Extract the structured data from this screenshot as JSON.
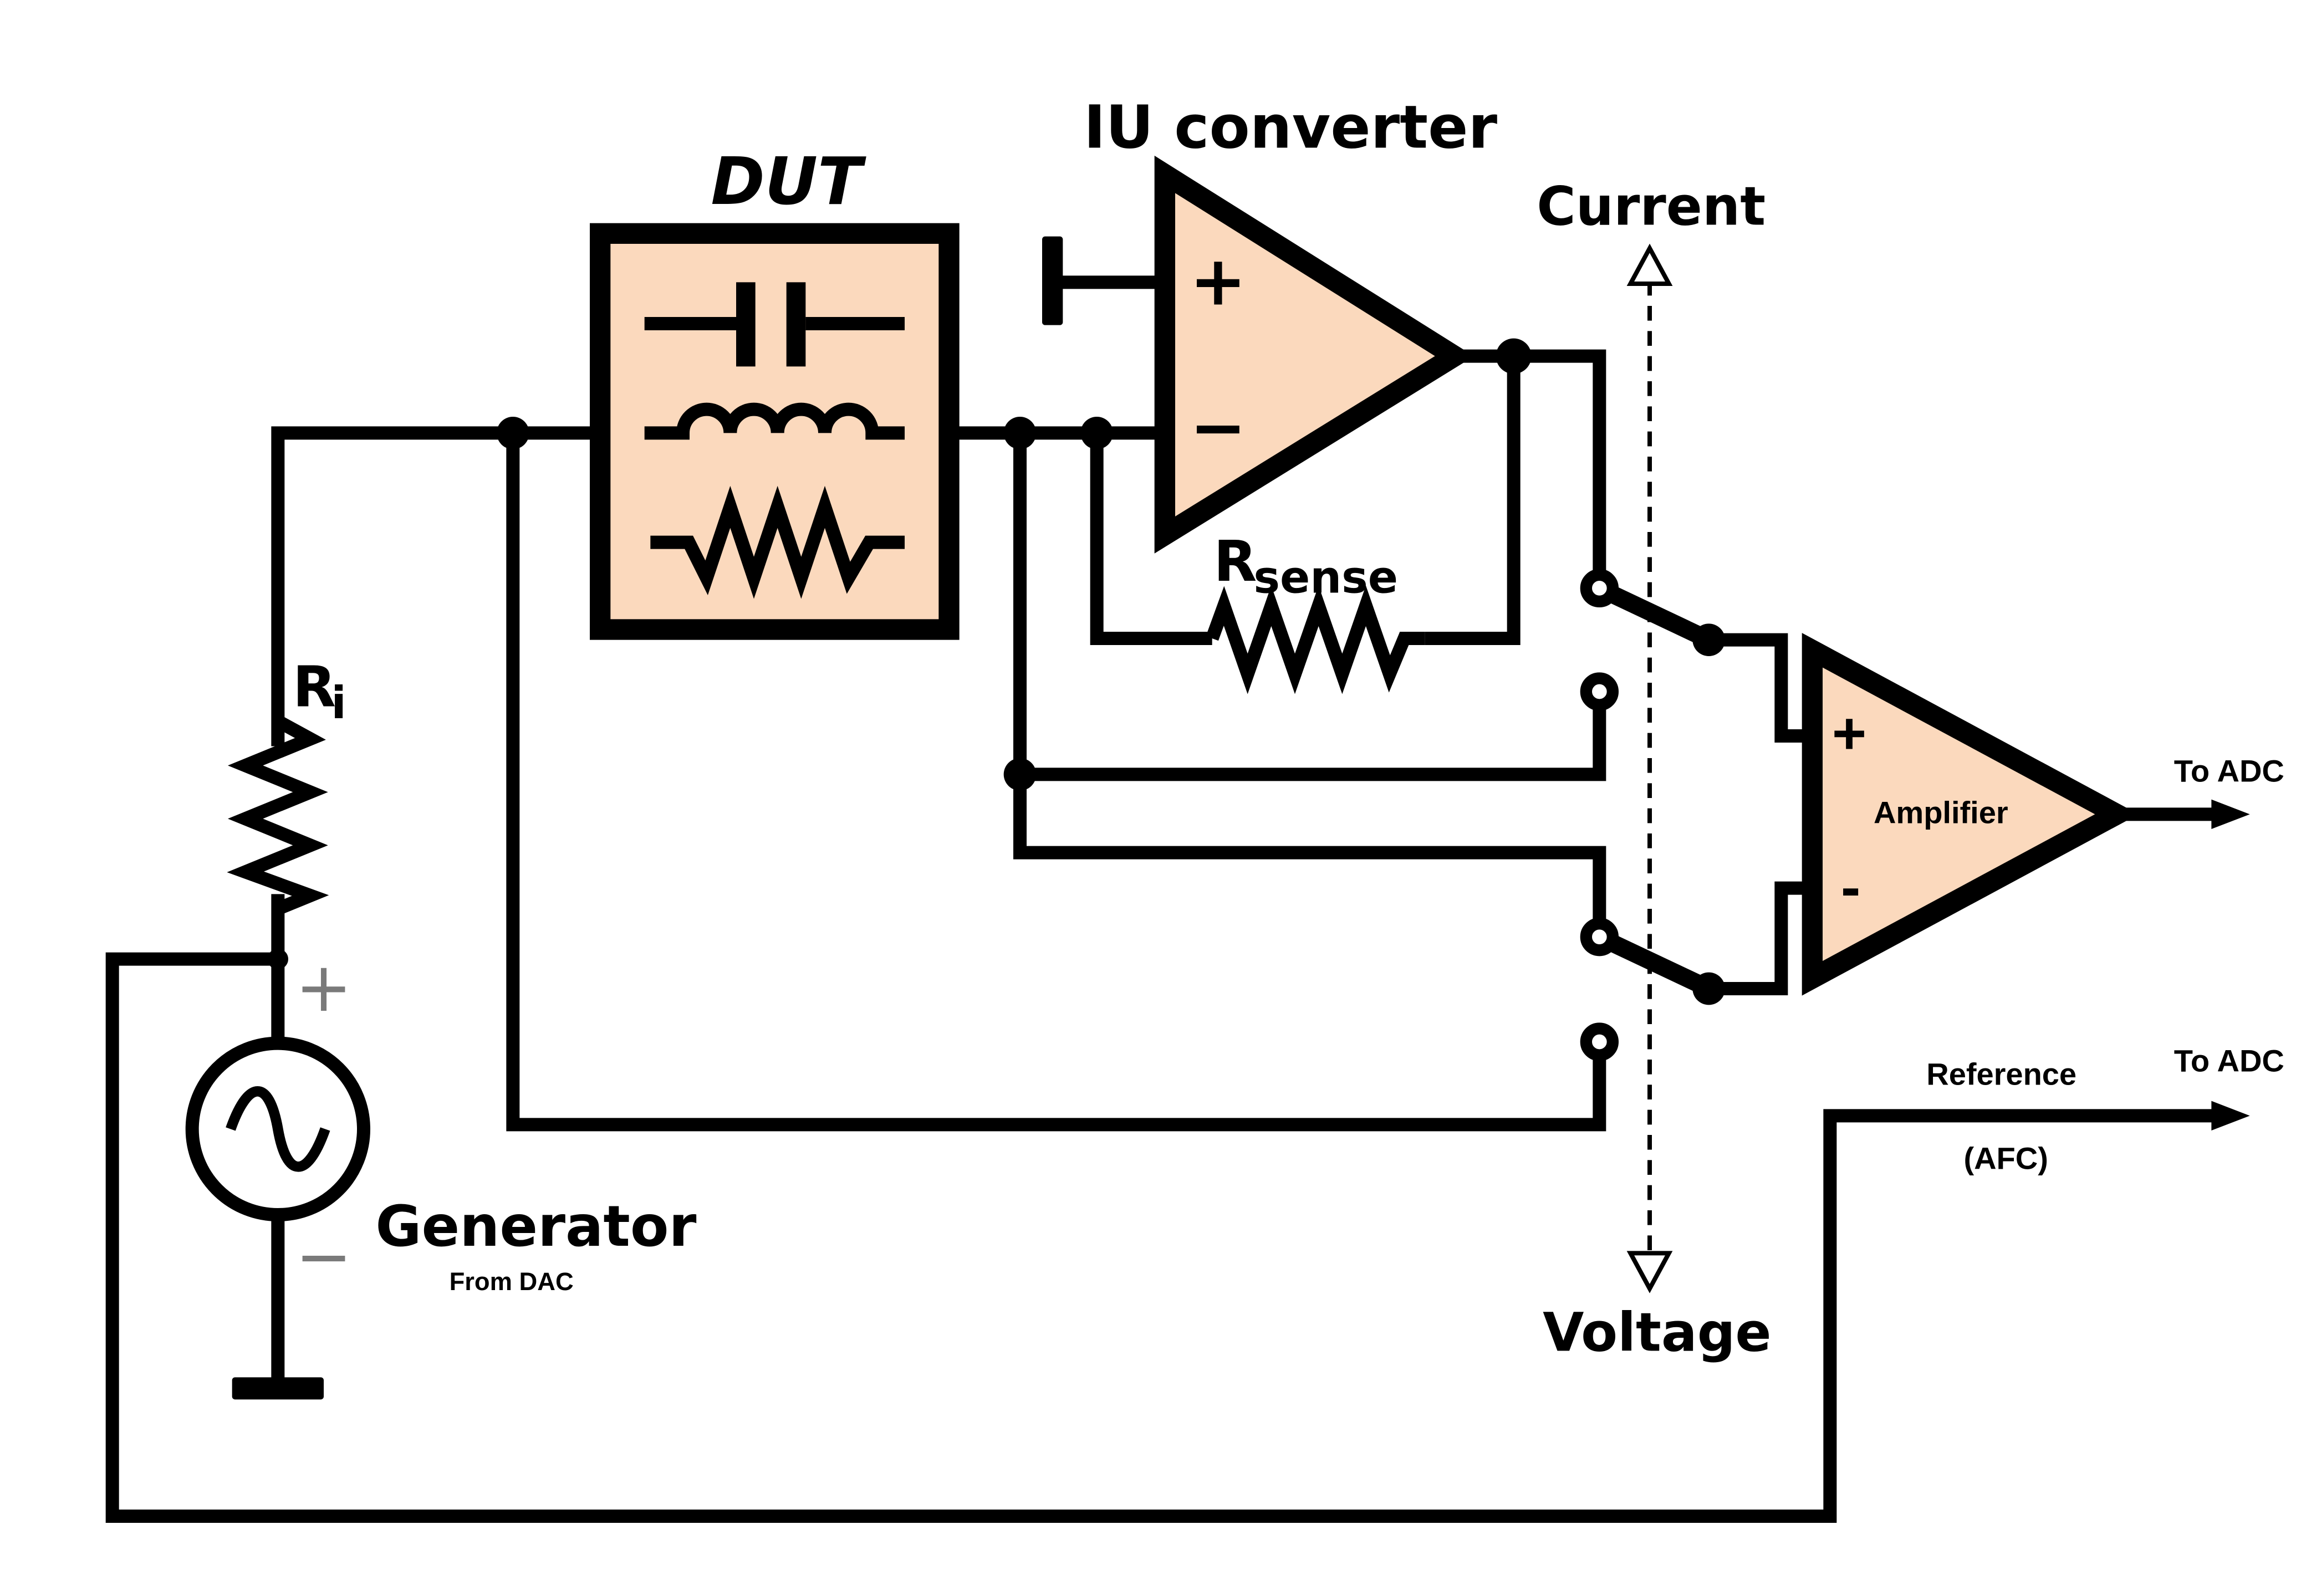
{
  "labels": {
    "dut": "DUT",
    "iu_converter": "IU converter",
    "current": "Current",
    "voltage": "Voltage",
    "r_sense_main": "R",
    "r_sense_sub": "sense",
    "r_i_main": "R",
    "r_i_sub": "i",
    "generator": "Generator",
    "from_dac": "From DAC",
    "amplifier": "Amplifier",
    "to_adc_1": "To ADC",
    "to_adc_2": "To ADC",
    "reference": "Reference",
    "afc": "(AFC)",
    "opamp_plus": "+",
    "opamp_minus": "−",
    "amp_plus": "+",
    "amp_minus": "-",
    "gen_plus": "+",
    "gen_minus": "−"
  },
  "colors": {
    "component_fill": "#fbd9bd",
    "line": "#000000",
    "terminal_gray": "#7a7a7a"
  }
}
